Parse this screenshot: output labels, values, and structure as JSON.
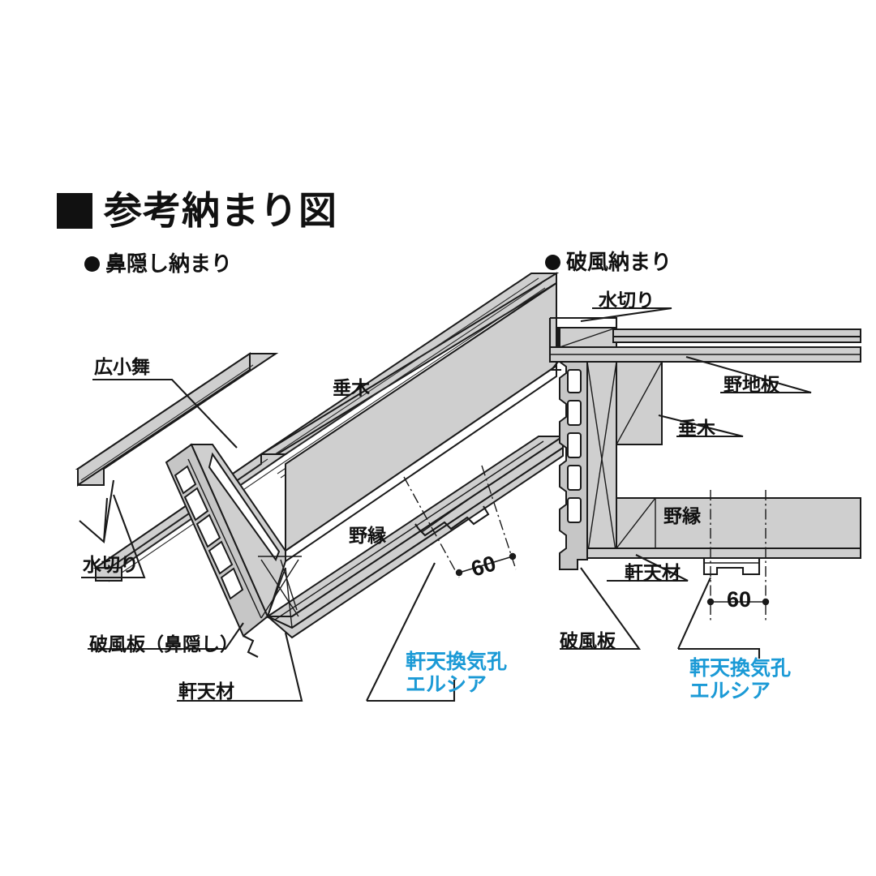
{
  "page": {
    "title": "参考納まり図",
    "title_bullet_icon": "filled-square-icon",
    "background_color": "#ffffff",
    "ink_color": "#1a1a1a",
    "fill_gray": "#cfcfcf",
    "accent_blue": "#1b9ad6"
  },
  "sections": {
    "left": {
      "bullet_icon": "filled-circle-icon",
      "heading": "●鼻隠し納まり",
      "heading_text": "鼻隠し納まり",
      "view_type": "isometric-eave-detail",
      "labels": {
        "hirokomai": "広小舞",
        "taruki": "垂木",
        "mizukiri": "水切り",
        "nonuchi": "野縁",
        "hafuita": "破風板（鼻隠し）",
        "nokitenzai": "軒天材"
      },
      "dimension": {
        "value": "60",
        "unit_shown": false
      },
      "callout": {
        "line1": "軒天換気孔",
        "line2": "エルシア",
        "color": "#1b9ad6"
      }
    },
    "right": {
      "bullet_icon": "filled-circle-icon",
      "heading": "●破風納まり",
      "heading_text": "破風納まり",
      "view_type": "cross-section-gable-detail",
      "labels": {
        "mizukiri": "水切り",
        "nojiita": "野地板",
        "taruki": "垂木",
        "nonuchi": "野縁",
        "nokitenzai": "軒天材",
        "hafuita": "破風板"
      },
      "dimension": {
        "value": "60",
        "unit_shown": false
      },
      "callout": {
        "line1": "軒天換気孔",
        "line2": "エルシア",
        "color": "#1b9ad6"
      }
    }
  }
}
